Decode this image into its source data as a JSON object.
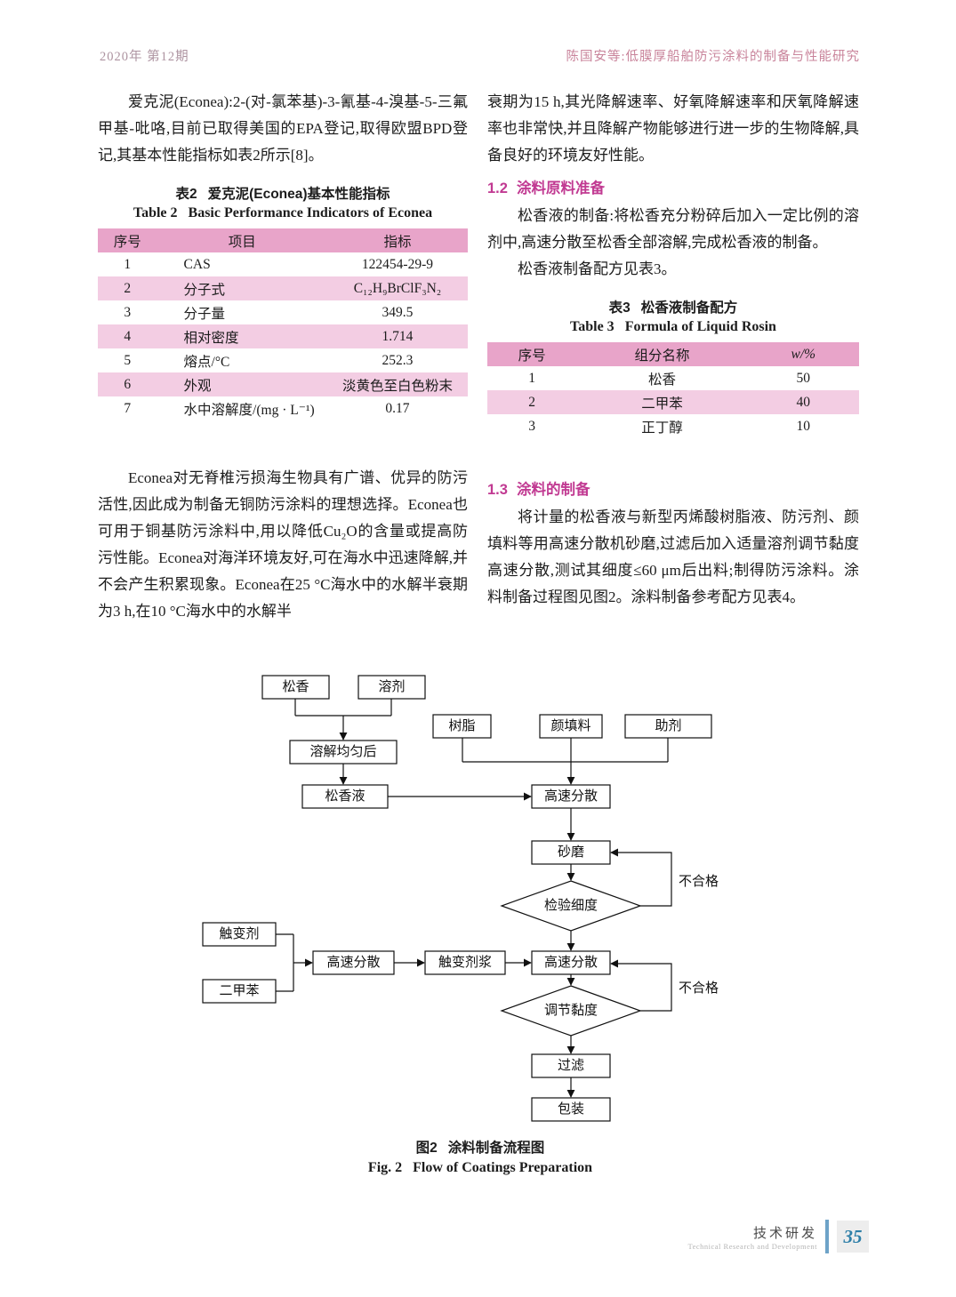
{
  "colors": {
    "section_heading": "#c13a92",
    "table_header_bg": "#e8a4c9",
    "table_alt_bg": "#f3cde3",
    "header_left": "#ad93a0",
    "header_right": "#c9849b",
    "page_number": "#2e7fa8",
    "footer_bar": "#6ea3c8"
  },
  "header": {
    "left": "2020年 第12期",
    "right": "陈国安等:低膜厚船舶防污涂料的制备与性能研究"
  },
  "left_column": {
    "para1": "爱克泥(Econea):2-(对-氯苯基)-3-氰基-4-溴基-5-三氟甲基-吡咯,目前已取得美国的EPA登记,取得欧盟BPD登记,其基本性能指标如表2所示[8]。",
    "table2": {
      "caption_label_zh": "表2",
      "caption_title_zh": "爱克泥(Econea)基本性能指标",
      "caption_label_en": "Table 2",
      "caption_title_en": "Basic Performance Indicators of Econea",
      "headers": [
        "序号",
        "项目",
        "指标"
      ],
      "rows": [
        [
          "1",
          "CAS",
          "122454-29-9"
        ],
        [
          "2",
          "分子式",
          "C₁₂H₉BrClF₃N₂"
        ],
        [
          "3",
          "分子量",
          "349.5"
        ],
        [
          "4",
          "相对密度",
          "1.714"
        ],
        [
          "5",
          "熔点/°C",
          "252.3"
        ],
        [
          "6",
          "外观",
          "淡黄色至白色粉末"
        ],
        [
          "7",
          "水中溶解度/(mg · L⁻¹)",
          "0.17"
        ]
      ]
    },
    "para2": "Econea对无脊椎污损海生物具有广谱、优异的防污活性,因此成为制备无铜防污涂料的理想选择。Econea也可用于铜基防污涂料中,用以降低Cu₂O的含量或提高防污性能。Econea对海洋环境友好,可在海水中迅速降解,并不会产生积累现象。Econea在25 °C海水中的水解半衰期为3 h,在10 °C海水中的水解半"
  },
  "right_column": {
    "para1": "衰期为15 h,其光降解速率、好氧降解速率和厌氧降解速率也非常快,并且降解产物能够进行进一步的生物降解,具备良好的环境友好性能。",
    "section12_num": "1.2",
    "section12_title": "涂料原料准备",
    "para2": "松香液的制备:将松香充分粉碎后加入一定比例的溶剂中,高速分散至松香全部溶解,完成松香液的制备。",
    "para3": "松香液制备配方见表3。",
    "table3": {
      "caption_label_zh": "表3",
      "caption_title_zh": "松香液制备配方",
      "caption_label_en": "Table 3",
      "caption_title_en": "Formula of Liquid Rosin",
      "headers": [
        "序号",
        "组分名称",
        "w/%"
      ],
      "rows": [
        [
          "1",
          "松香",
          "50"
        ],
        [
          "2",
          "二甲苯",
          "40"
        ],
        [
          "3",
          "正丁醇",
          "10"
        ]
      ]
    },
    "section13_num": "1.3",
    "section13_title": "涂料的制备",
    "para4": "将计量的松香液与新型丙烯酸树脂液、防污剂、颜填料等用高速分散机砂磨,过滤后加入适量溶剂调节黏度高速分散,测试其细度≤60 μm后出料;制得防污涂料。涂料制备过程图见图2。涂料制备参考配方见表4。"
  },
  "flowchart": {
    "nodes": {
      "rosin": "松香",
      "solvent": "溶剂",
      "dissolve": "溶解均匀后",
      "rosin_liquid": "松香液",
      "resin": "树脂",
      "pigment": "颜填料",
      "additive": "助剂",
      "disperse1": "高速分散",
      "grind": "砂磨",
      "check_fineness": "检验细度",
      "disperse2": "高速分散",
      "thixotrope": "触变剂",
      "xylene": "二甲苯",
      "disperse_left": "高速分散",
      "thixotrope_paste": "触变剂浆",
      "adjust_viscosity": "调节黏度",
      "filter": "过滤",
      "pack": "包装",
      "fail1": "不合格",
      "fail2": "不合格"
    },
    "caption_label_zh": "图2",
    "caption_title_zh": "涂料制备流程图",
    "caption_label_en": "Fig. 2",
    "caption_title_en": "Flow of Coatings Preparation"
  },
  "footer": {
    "label_zh": "技术研发",
    "label_en": "Technical Research and Development",
    "page_number": "35"
  }
}
